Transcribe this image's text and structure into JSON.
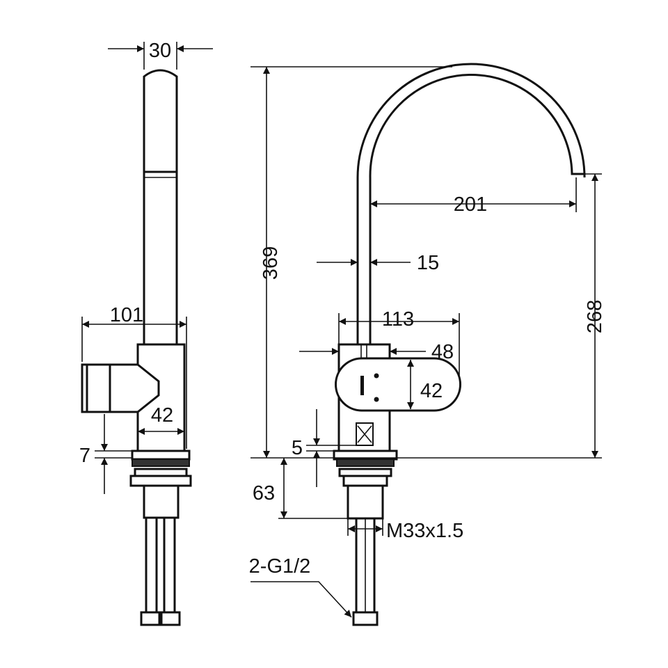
{
  "drawing": {
    "title": "Kitchen faucet dimension drawing",
    "dimensions": {
      "spout_width_side": "30",
      "handle_depth": "101",
      "body_width_side": "42",
      "plate_thickness_side": "7",
      "total_height": "369",
      "spout_reach": "201",
      "spout_tube": "15",
      "handle_length": "113",
      "body_width_front": "48",
      "handle_height": "42",
      "plate_thickness_front": "5",
      "shank_length": "63",
      "thread": "M33x1.5",
      "hose_connection": "2-G1/2",
      "outlet_height": "268"
    },
    "colors": {
      "line": "#111111",
      "background": "#ffffff"
    }
  }
}
